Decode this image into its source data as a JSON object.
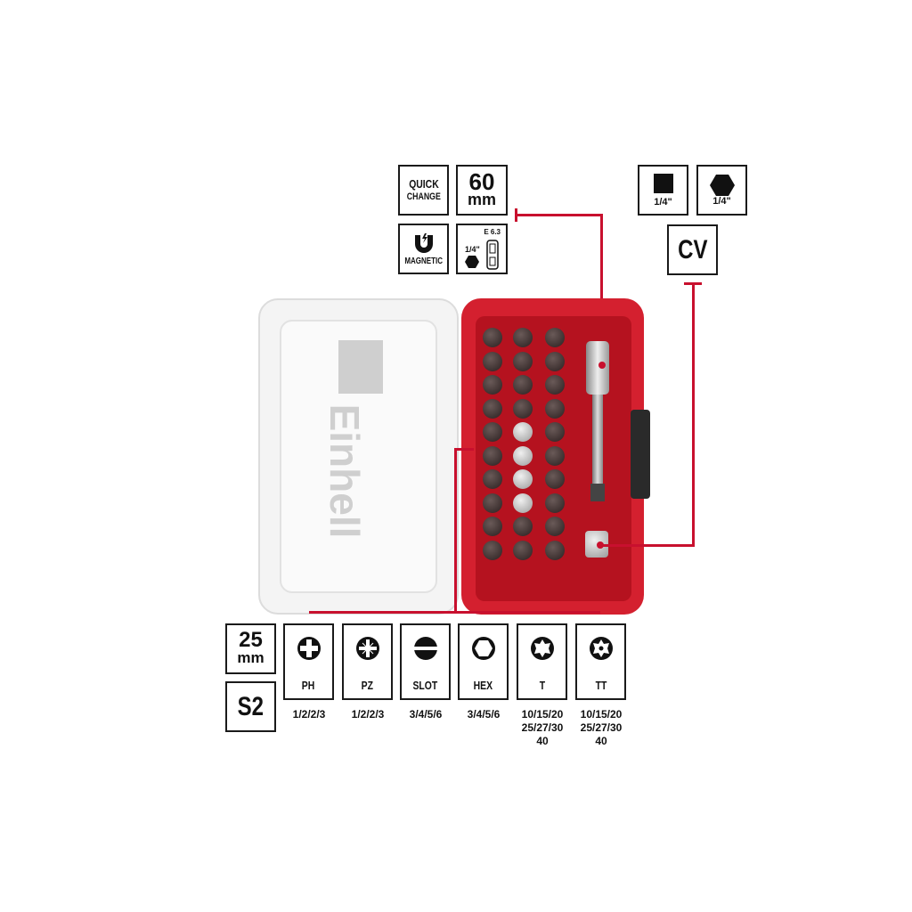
{
  "product": {
    "brand": "Einhell"
  },
  "features": {
    "quick_change": [
      "QUICK",
      "CHANGE"
    ],
    "length_holder": {
      "value": "60",
      "unit": "mm"
    },
    "magnetic": "MAGNETIC",
    "shank": {
      "size": "1/4\"",
      "standard": "E 6.3"
    },
    "square_drive": "1/4\"",
    "hex_drive": "1/4\"",
    "material_holder": "CV",
    "length_bits": {
      "value": "25",
      "unit": "mm"
    },
    "material_bits": "S2"
  },
  "bit_types": [
    {
      "name": "PH",
      "sizes": [
        "1/2/2/3"
      ],
      "icon": "phillips-icon"
    },
    {
      "name": "PZ",
      "sizes": [
        "1/2/2/3"
      ],
      "icon": "pozidriv-icon"
    },
    {
      "name": "SLOT",
      "sizes": [
        "3/4/5/6"
      ],
      "icon": "slot-icon"
    },
    {
      "name": "HEX",
      "sizes": [
        "3/4/5/6"
      ],
      "icon": "hex-icon"
    },
    {
      "name": "T",
      "sizes": [
        "10/15/20",
        "25/27/30",
        "40"
      ],
      "icon": "torx-icon"
    },
    {
      "name": "TT",
      "sizes": [
        "10/15/20",
        "25/27/30",
        "40"
      ],
      "icon": "torx-tamper-icon"
    }
  ],
  "colors": {
    "accent": "#c8102e",
    "tray": "#d4202f"
  }
}
